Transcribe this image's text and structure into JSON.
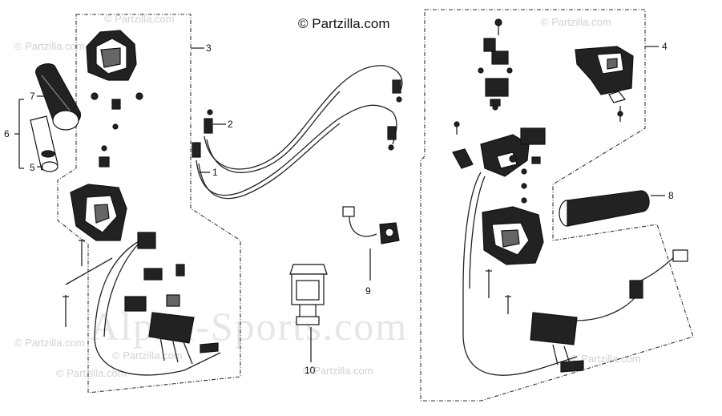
{
  "copyright": "© Partzilla.com",
  "watermarks": {
    "brand": "Alpha-Sports.com",
    "partzilla": "© Partzilla.com"
  },
  "callouts": [
    {
      "id": "c1",
      "label": "1"
    },
    {
      "id": "c2",
      "label": "2"
    },
    {
      "id": "c3",
      "label": "3"
    },
    {
      "id": "c4",
      "label": "4"
    },
    {
      "id": "c5",
      "label": "5"
    },
    {
      "id": "c6",
      "label": "6"
    },
    {
      "id": "c7",
      "label": "7"
    },
    {
      "id": "c8",
      "label": "8"
    },
    {
      "id": "c9",
      "label": "9"
    },
    {
      "id": "c10",
      "label": "10"
    }
  ]
}
